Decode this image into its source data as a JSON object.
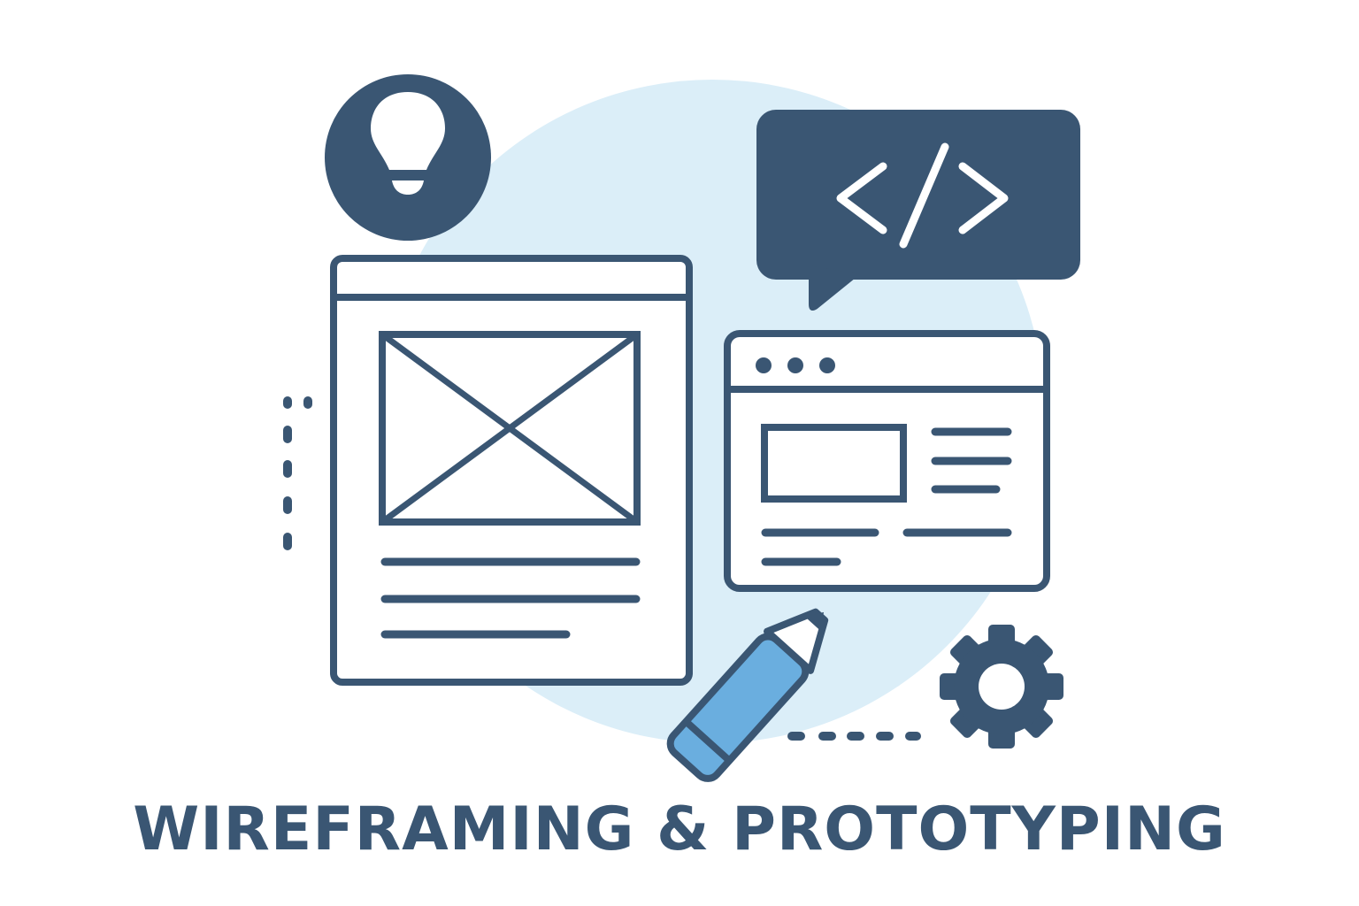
{
  "caption": "WIREFRAMING & PROTOTYPING",
  "code_bubble": {
    "glyph": "</>"
  },
  "colors": {
    "primary": "#3a5673",
    "background_blob": "#dbeef8",
    "pencil_fill": "#6aaedf",
    "page": "#ffffff"
  },
  "icons": [
    "lightbulb-icon",
    "code-bubble-icon",
    "wireframe-page",
    "image-placeholder-icon",
    "browser-window",
    "pencil-icon",
    "gear-icon"
  ]
}
